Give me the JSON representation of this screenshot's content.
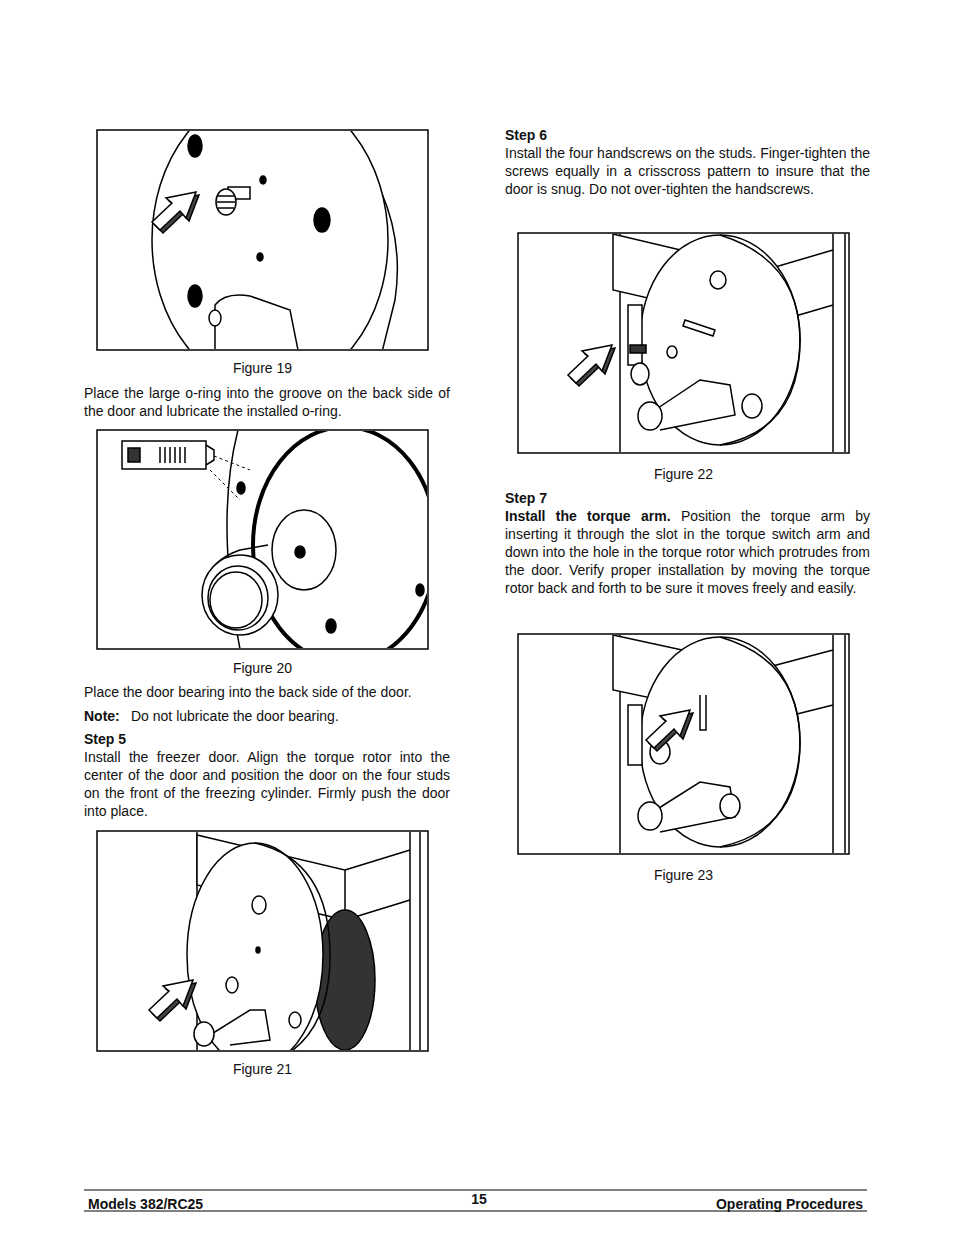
{
  "diagram": {
    "labels": [
      "Figure 19",
      "Place the large o-ring into the groove on the back side of the door and lubricate the installed o-ring.",
      "Figure 20",
      "Place the door bearing into the back side of the door.",
      "Note:",
      "Do not lubricate the door bearing.",
      "Step 5",
      "Install the freezer door. Align the torque rotor into the center of the door and position the door on the four studs on the front of the freezing cylinder. Firmly push the door into place.",
      "Figure 21",
      "Step 6",
      "Install the four handscrews on the studs. Finger-tighten the screws equally in a crisscross pattern to insure that the door is snug. Do not over-tighten the handscrews.",
      "Figure 22",
      "Step 7",
      "Install the torque arm.",
      "Position the torque arm by inserting it through the slot in the torque switch arm and down into the hole in the torque rotor which protrudes from the door. Verify proper installation by moving the torque rotor back and forth to be sure it moves freely and easily.",
      "Figure 23",
      "Models 382/RC25",
      "15",
      "Operating Procedures"
    ]
  }
}
